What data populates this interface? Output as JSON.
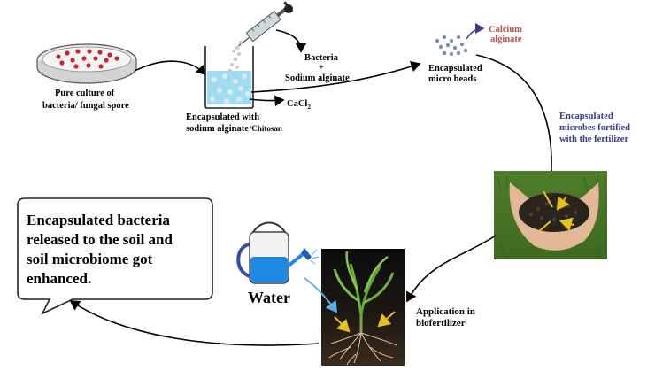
{
  "labels": {
    "pure_culture": [
      "Pure culture of",
      "bacteria/ fungal spore"
    ],
    "bacteria_alginate": [
      "Bacteria",
      "+",
      "Sodium alginate"
    ],
    "cacl2_main": "CaCl",
    "cacl2_sub": "2",
    "encapsulated_with": "Encapsulated with",
    "sodium_alginate": "sodium alginate",
    "chitosan": "/Chitosan",
    "calcium_alginate": [
      "Calcium",
      "alginate"
    ],
    "micro_beads": [
      "Encapsulated",
      "micro beads"
    ],
    "fortified": [
      "Encapsulated",
      "microbes fortified",
      "with the fertilizer"
    ],
    "application": [
      "Application in",
      "biofertilizer"
    ],
    "water": "Water",
    "callout": [
      "Encapsulated bacteria",
      "released to the soil and",
      "soil microbiome got",
      "enhanced."
    ]
  },
  "colors": {
    "calcium_alginate": "#c0504d",
    "fortified_text": "#3b3b8f",
    "yellow_arrow": "#e6c21a",
    "water_blue": "#1e88e5",
    "culture_dots": "#c62828",
    "bead_color": "#7a8eb0"
  },
  "icons": {
    "petri": "petri-dish-icon",
    "syringe": "syringe-icon",
    "beaker": "beaker-icon",
    "hands": "hands-soil-photo",
    "plant": "plant-roots-photo",
    "can": "watering-can-icon"
  }
}
